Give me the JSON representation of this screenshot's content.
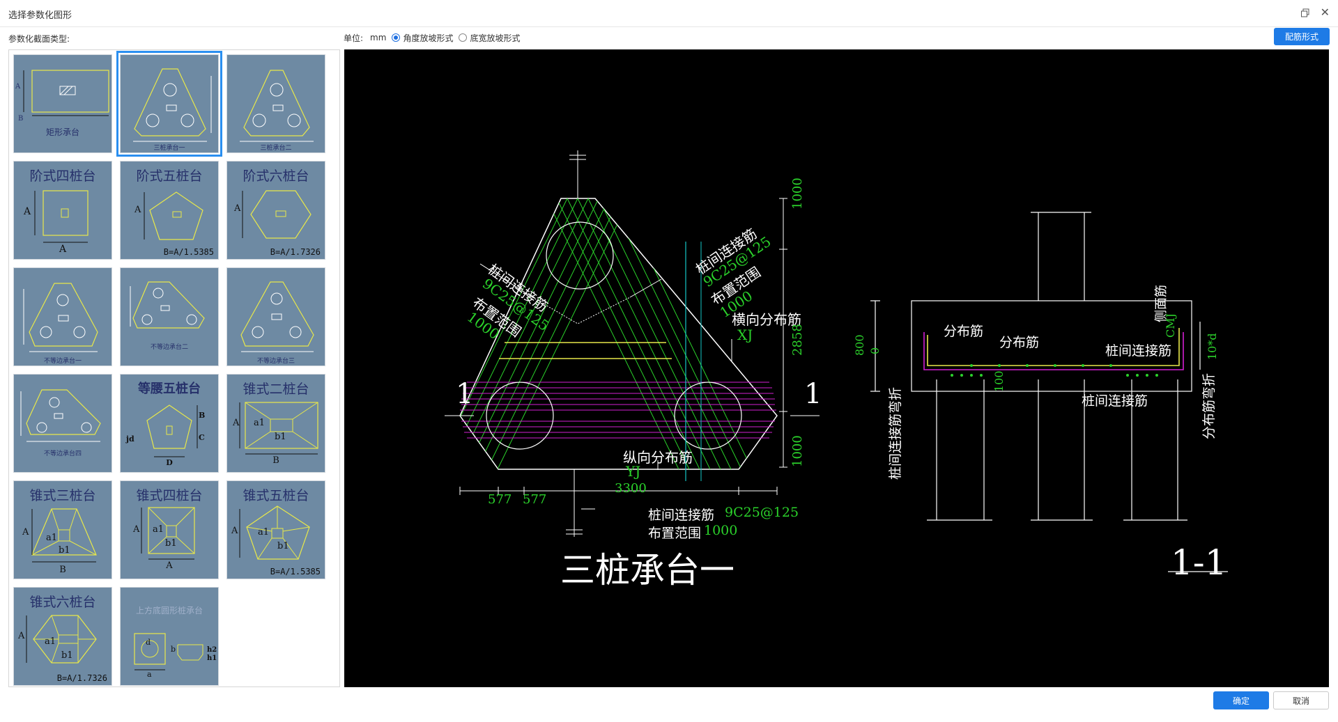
{
  "window": {
    "title": "选择参数化图形"
  },
  "left_label": "参数化截面类型:",
  "units": {
    "label": "单位:",
    "value": "mm",
    "options": [
      {
        "label": "角度放坡形式",
        "selected": true
      },
      {
        "label": "底宽放坡形式",
        "selected": false
      }
    ]
  },
  "buttons": {
    "rebar": "配筋形式",
    "ok": "确定",
    "cancel": "取消"
  },
  "tiles": [
    {
      "name": "矩形承台",
      "dims": [
        "A",
        "B"
      ]
    },
    {
      "name": "三桩承台一",
      "selected": true
    },
    {
      "name": "三桩承台二"
    },
    {
      "name": "阶式四桩台",
      "dims": [
        "A",
        "A"
      ]
    },
    {
      "name": "阶式五桩台",
      "foot": "B=A/1.5385",
      "dims": [
        "A"
      ]
    },
    {
      "name": "阶式六桩台",
      "foot": "B=A/1.7326",
      "dims": [
        "A"
      ]
    },
    {
      "name": "不等边承台一"
    },
    {
      "name": "不等边承台二"
    },
    {
      "name": "不等边承台三"
    },
    {
      "name": "不等边承台四"
    },
    {
      "name": "等腰五桩台",
      "dims": [
        "B",
        "C",
        "D",
        "jd"
      ]
    },
    {
      "name": "锥式二桩台",
      "dims": [
        "A",
        "a1",
        "b1",
        "B"
      ]
    },
    {
      "name": "锥式三桩台",
      "dims": [
        "A",
        "a1",
        "b1",
        "B"
      ]
    },
    {
      "name": "锥式四桩台",
      "dims": [
        "A",
        "a1",
        "b1",
        "A"
      ]
    },
    {
      "name": "锥式五桩台",
      "foot": "B=A/1.5385",
      "dims": [
        "A",
        "a1",
        "b1"
      ]
    },
    {
      "name": "锥式六桩台",
      "foot": "B=A/1.7326",
      "dims": [
        "A",
        "a1",
        "b1"
      ]
    },
    {
      "name": "上方底圆形桩承台",
      "dims": [
        "d",
        "b",
        "a",
        "h2",
        "h1"
      ]
    }
  ],
  "drawing": {
    "title_left": "三桩承台一",
    "title_right": "1-1",
    "section_mark": "1",
    "labels_white": {
      "pile_link_left_1": "桩间连接筋",
      "pile_link_left_3": "布置范围",
      "pile_link_right_1": "桩间连接筋",
      "pile_link_right_3": "布置范围",
      "transverse": "横向分布筋",
      "longitudinal": "纵向分布筋",
      "bottom_link": "桩间连接筋",
      "bottom_range": "布置范围",
      "sec_dist1": "分布筋",
      "sec_dist2": "分布筋",
      "sec_link1": "桩间连接筋",
      "sec_link2": "桩间连接筋",
      "side_bar": "侧面筋",
      "bend_left": "桩间连接筋弯折",
      "bend_right": "分布筋弯折"
    },
    "labels_green": {
      "pile_link_left_2": "9C25@125",
      "pile_link_left_4": "1000",
      "pile_link_right_2": "9C25@125",
      "pile_link_right_4": "1000",
      "xj": "XJ",
      "yj": "YJ",
      "bottom_spec": "9C25@125",
      "bottom_range_val": "1000",
      "dim_top": "1000",
      "dim_mid": "2858",
      "dim_bot": "1000",
      "dim_w": "3300",
      "dim_577a": "577",
      "dim_577b": "577",
      "sec_800": "800",
      "sec_0": "0",
      "sec_100": "100",
      "sec_cm": "CMJ",
      "sec_10d": "10*d"
    }
  }
}
